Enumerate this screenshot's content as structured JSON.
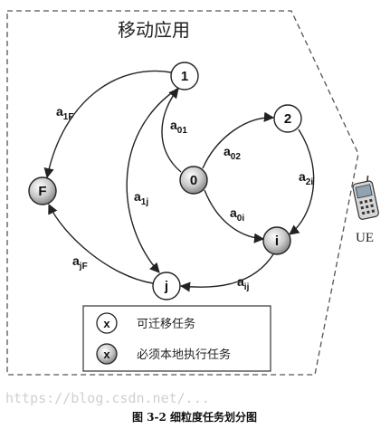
{
  "title": "移动应用",
  "nodes": [
    {
      "id": "1",
      "label": "1",
      "local": false
    },
    {
      "id": "2",
      "label": "2",
      "local": false
    },
    {
      "id": "0",
      "label": "0",
      "local": true
    },
    {
      "id": "F",
      "label": "F",
      "local": true
    },
    {
      "id": "i",
      "label": "i",
      "local": true
    },
    {
      "id": "j",
      "label": "j",
      "local": false
    }
  ],
  "edges": [
    {
      "from": "1",
      "to": "F",
      "label_main": "a",
      "label_sub": "1F"
    },
    {
      "from": "0",
      "to": "1",
      "label_main": "a",
      "label_sub": "01"
    },
    {
      "from": "0",
      "to": "2",
      "label_main": "a",
      "label_sub": "02"
    },
    {
      "from": "2",
      "to": "i",
      "label_main": "a",
      "label_sub": "2i"
    },
    {
      "from": "1",
      "to": "j",
      "label_main": "a",
      "label_sub": "1j"
    },
    {
      "from": "0",
      "to": "i",
      "label_main": "a",
      "label_sub": "0i"
    },
    {
      "from": "i",
      "to": "j",
      "label_main": "a",
      "label_sub": "ij"
    },
    {
      "from": "j",
      "to": "F",
      "label_main": "a",
      "label_sub": "jF"
    }
  ],
  "legend": {
    "items": [
      {
        "symbol": "x",
        "text": "可迁移任务",
        "local": false
      },
      {
        "symbol": "x",
        "text": "必须本地执行任务",
        "local": true
      }
    ]
  },
  "ue_label": "UE",
  "caption": "图 3-2  细粒度任务划分图",
  "watermark": "https://blog.csdn.net/...",
  "colors": {
    "stroke": "#222222",
    "dashed_border": "#555555",
    "local_fill_light": "#ffffff",
    "local_fill_dark": "#8c8c8c",
    "watermark": "#cfcfcf"
  }
}
